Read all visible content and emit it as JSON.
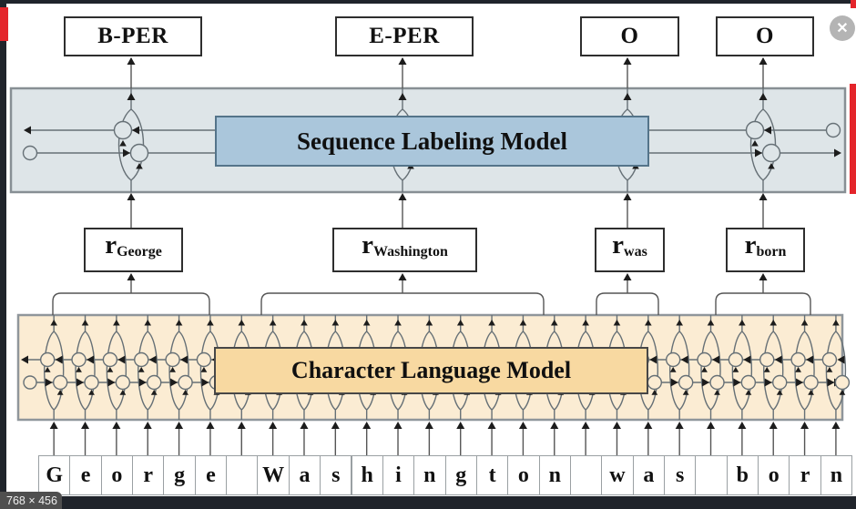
{
  "viewer": {
    "close_icon": "✕",
    "size_label": "768 × 456"
  },
  "titles": {
    "sequence_model": "Sequence Labeling Model",
    "character_model": "Character Language Model"
  },
  "reps_prefix": "r",
  "words": [
    {
      "tag": "B-PER",
      "token": "George"
    },
    {
      "tag": "E-PER",
      "token": "Washington"
    },
    {
      "tag": "O",
      "token": "was"
    },
    {
      "tag": "O",
      "token": "born"
    }
  ],
  "sentence": {
    "text": "George Washington was born",
    "cells": [
      "G",
      "e",
      "o",
      "r",
      "g",
      "e",
      "",
      "W",
      "a",
      "s",
      "h",
      "i",
      "n",
      "g",
      "t",
      "o",
      "n",
      "",
      "w",
      "a",
      "s",
      "",
      "b",
      "o",
      "r",
      "n"
    ]
  },
  "colors": {
    "frame_bg": "#20242b",
    "seq_band_fill": "#dee5e8",
    "seq_band_stroke": "#878f94",
    "char_band_fill": "#fbecd3",
    "char_band_stroke": "#8f969b",
    "line_gray": "#667076",
    "connector": "#555555",
    "arrow_dark": "#1c1c1c",
    "accent_red": "#e4252b"
  }
}
